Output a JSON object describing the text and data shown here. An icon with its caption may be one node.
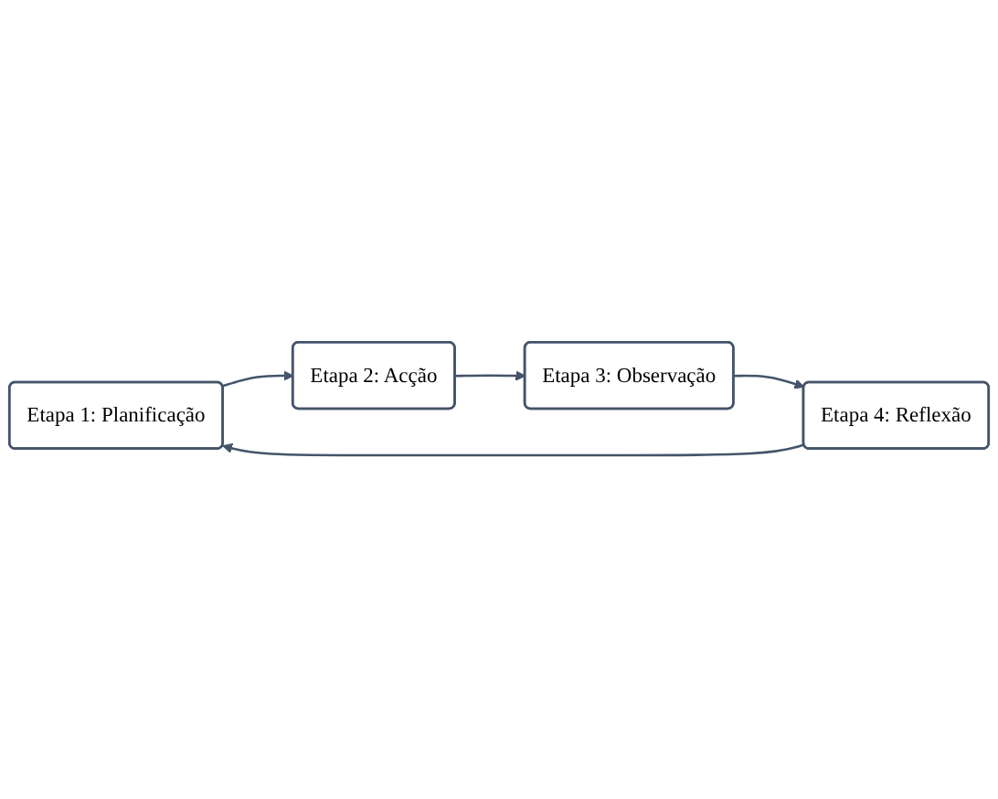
{
  "diagram": {
    "nodes": [
      {
        "text": [
          "Etapa 1: Planificação"
        ]
      },
      {
        "text": [
          "Etapa 2: Acção"
        ]
      },
      {
        "text": [
          "Etapa 3: Observação"
        ]
      },
      {
        "text": [
          "Etapa 4: Reflexão"
        ]
      }
    ],
    "edges": [
      {
        "from": 0,
        "to": 1,
        "arrow": "to"
      },
      {
        "from": 1,
        "to": 2,
        "arrow": "to"
      },
      {
        "from": 2,
        "to": 3,
        "arrow": "to"
      },
      {
        "from": 3,
        "to": 0,
        "arrow": "to"
      }
    ]
  }
}
